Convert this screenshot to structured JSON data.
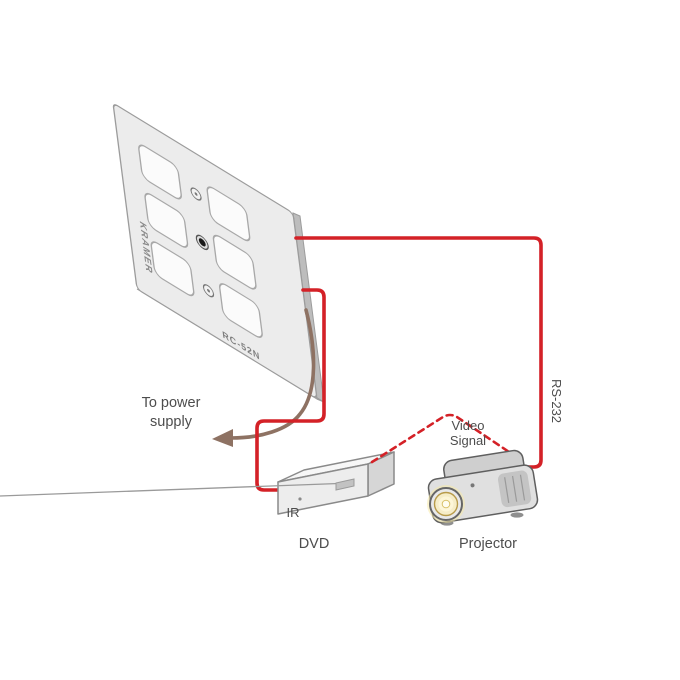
{
  "diagram": {
    "device": {
      "brand": "KRAMER",
      "model": "RC-52N"
    },
    "labels": {
      "power_line1": "To power",
      "power_line2": "supply",
      "rs232": "RS-232",
      "video_line1": "Video",
      "video_line2": "Signal",
      "ir": "IR",
      "dvd": "DVD",
      "projector": "Projector"
    },
    "colors": {
      "wire_red": "#d42127",
      "wire_brown": "#8e7263",
      "label_gray": "#4d4d4d",
      "panel_fill": "#ececec",
      "panel_stroke": "#9c9c9c"
    }
  }
}
